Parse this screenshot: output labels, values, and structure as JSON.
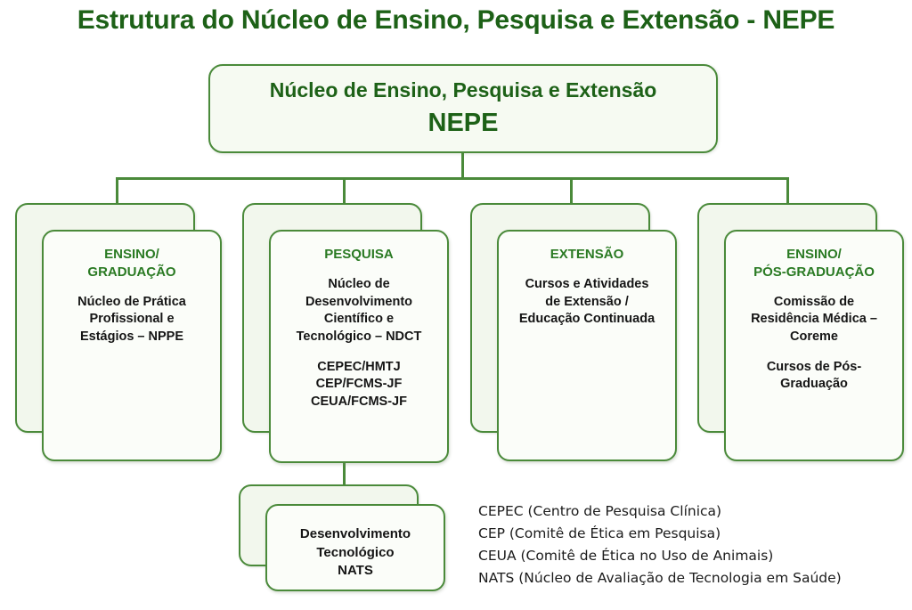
{
  "title": "Estrutura do Núcleo de Ensino, Pesquisa e Extensão - NEPE",
  "colors": {
    "heading_green": "#1d6117",
    "label_green": "#2a7a23",
    "border_green": "#4a8a3a",
    "card_back_fill": "#f2f7ed",
    "card_front_fill": "#fbfdf9",
    "body_text": "#151515"
  },
  "root": {
    "line1": "Núcleo de Ensino, Pesquisa e Extensão",
    "line2": "NEPE"
  },
  "branches": [
    {
      "id": "ensino-graduacao",
      "heading": "ENSINO/\nGRADUAÇÃO",
      "blocks": [
        "Núcleo de Prática\nProfissional e\nEstágios – NPPE"
      ]
    },
    {
      "id": "pesquisa",
      "heading": "PESQUISA",
      "blocks": [
        "Núcleo de\nDesenvolvimento\nCientífico e\nTecnológico – NDCT",
        "CEPEC/HMTJ\nCEP/FCMS-JF\nCEUA/FCMS-JF"
      ]
    },
    {
      "id": "extensao",
      "heading": "EXTENSÃO",
      "blocks": [
        "Cursos e Atividades\nde  Extensão /\nEducação Continuada"
      ]
    },
    {
      "id": "ensino-pos-graduacao",
      "heading": "ENSINO/\nPÓS-GRADUAÇÃO",
      "blocks": [
        "Comissão de\nResidência Médica –\nCoreme",
        "Cursos de Pós-\nGraduação"
      ]
    }
  ],
  "sub_node": {
    "id": "nats",
    "text": "Desenvolvimento\nTecnológico\nNATS"
  },
  "legend": [
    "CEPEC (Centro de Pesquisa Clínica)",
    "CEP (Comitê de Ética em Pesquisa)",
    "CEUA (Comitê de Ética no Uso de Animais)",
    "NATS (Núcleo de Avaliação de Tecnologia em Saúde)"
  ]
}
